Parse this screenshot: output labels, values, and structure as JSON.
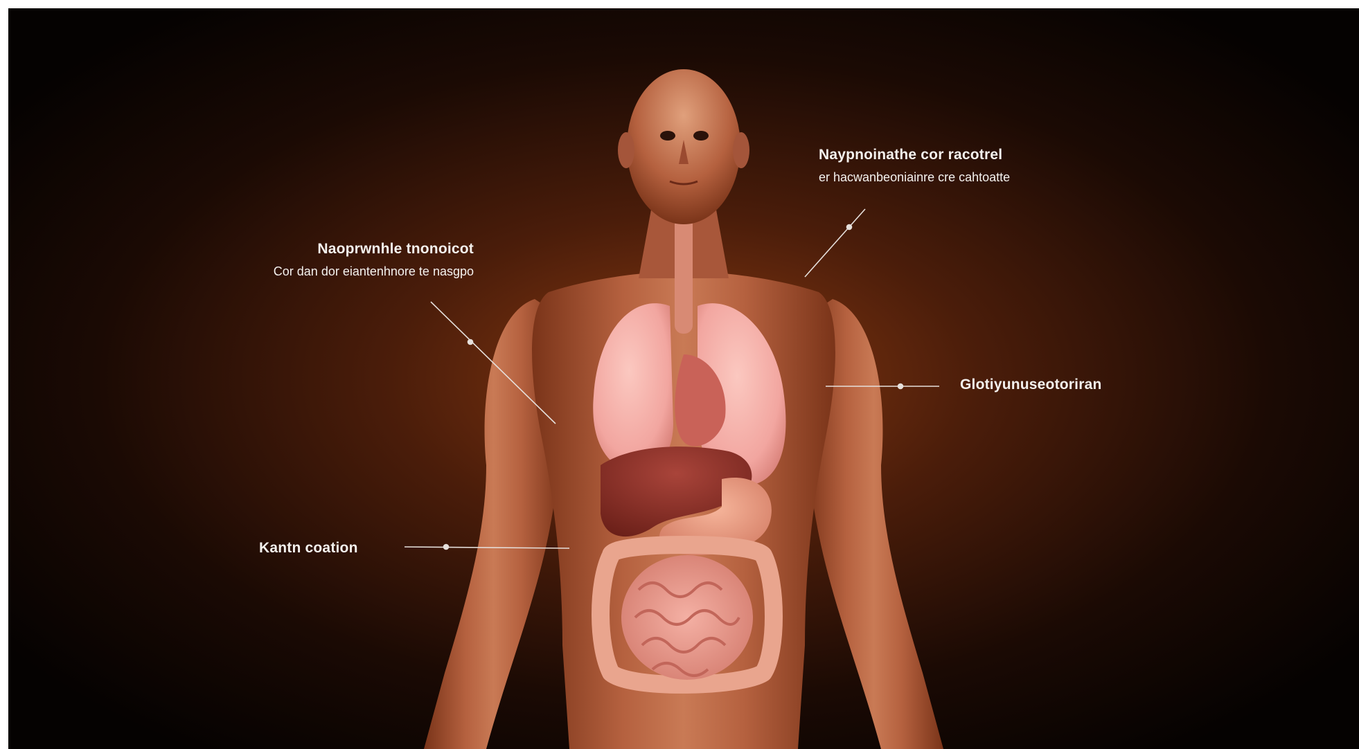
{
  "image": {
    "subject": "human-torso-anatomy",
    "colors": {
      "background": "#050201",
      "glow": "#8a3a12",
      "muscle": "#b5613f",
      "lung": "#f2a6a0",
      "liver": "#7e2a22",
      "intestine": "#e69a8c",
      "label_text": "#f4f1ee"
    }
  },
  "callouts": {
    "upper_left": {
      "title": "Naoprwnhle tnonoicot",
      "subtitle": "Cor dan dor eiantenhnore te nasgpo"
    },
    "upper_right": {
      "title": "Naypnoinathe cor racotrel",
      "subtitle": "er hacwanbeoniainre cre cahtoatte"
    },
    "mid_right": {
      "title": "Glotiyunuseotoriran"
    },
    "lower_left": {
      "title": "Kantn coation"
    }
  }
}
